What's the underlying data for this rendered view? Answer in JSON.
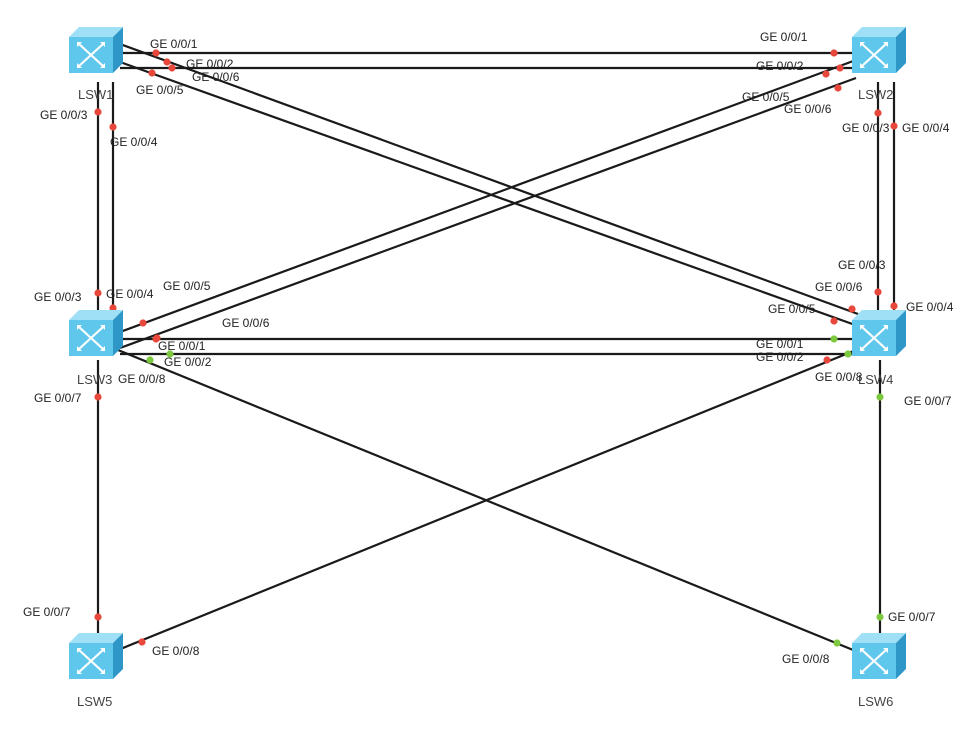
{
  "colors": {
    "link": "#1a1a1a",
    "port_down": "#e8473b",
    "port_up": "#7cc940",
    "switch_body": "#5fc7ec",
    "switch_side": "#2f97c7"
  },
  "nodes": {
    "lsw1": {
      "name": "LSW1",
      "icon": "switch-icon"
    },
    "lsw2": {
      "name": "LSW2",
      "icon": "switch-icon"
    },
    "lsw3": {
      "name": "LSW3",
      "icon": "switch-icon"
    },
    "lsw4": {
      "name": "LSW4",
      "icon": "switch-icon"
    },
    "lsw5": {
      "name": "LSW5",
      "icon": "switch-icon"
    },
    "lsw6": {
      "name": "LSW6",
      "icon": "switch-icon"
    }
  },
  "links": [
    {
      "a": "LSW1",
      "a_port": "GE 0/0/1",
      "b": "LSW2",
      "b_port": "GE 0/0/1",
      "state_a": "down",
      "state_b": "down"
    },
    {
      "a": "LSW1",
      "a_port": "GE 0/0/2",
      "b": "LSW2",
      "b_port": "GE 0/0/2",
      "state_a": "down",
      "state_b": "down"
    },
    {
      "a": "LSW1",
      "a_port": "GE 0/0/3",
      "b": "LSW3",
      "b_port": "GE 0/0/3",
      "state_a": "down",
      "state_b": "down"
    },
    {
      "a": "LSW1",
      "a_port": "GE 0/0/4",
      "b": "LSW3",
      "b_port": "GE 0/0/4",
      "state_a": "down",
      "state_b": "down"
    },
    {
      "a": "LSW1",
      "a_port": "GE 0/0/5",
      "b": "LSW4",
      "b_port": "GE 0/0/5",
      "state_a": "down",
      "state_b": "down"
    },
    {
      "a": "LSW1",
      "a_port": "GE 0/0/6",
      "b": "LSW4",
      "b_port": "GE 0/0/6",
      "state_a": "down",
      "state_b": "down"
    },
    {
      "a": "LSW2",
      "a_port": "GE 0/0/5",
      "b": "LSW3",
      "b_port": "GE 0/0/5",
      "state_a": "down",
      "state_b": "down"
    },
    {
      "a": "LSW2",
      "a_port": "GE 0/0/6",
      "b": "LSW3",
      "b_port": "GE 0/0/6",
      "state_a": "down",
      "state_b": "down"
    },
    {
      "a": "LSW2",
      "a_port": "GE 0/0/3",
      "b": "LSW4",
      "b_port": "GE 0/0/3",
      "state_a": "down",
      "state_b": "down"
    },
    {
      "a": "LSW2",
      "a_port": "GE 0/0/4",
      "b": "LSW4",
      "b_port": "GE 0/0/4",
      "state_a": "down",
      "state_b": "down"
    },
    {
      "a": "LSW3",
      "a_port": "GE 0/0/1",
      "b": "LSW4",
      "b_port": "GE 0/0/1",
      "state_a": "down",
      "state_b": "up"
    },
    {
      "a": "LSW3",
      "a_port": "GE 0/0/2",
      "b": "LSW4",
      "b_port": "GE 0/0/2",
      "state_a": "up",
      "state_b": "up"
    },
    {
      "a": "LSW3",
      "a_port": "GE 0/0/7",
      "b": "LSW5",
      "b_port": "GE 0/0/7",
      "state_a": "down",
      "state_b": "down"
    },
    {
      "a": "LSW3",
      "a_port": "GE 0/0/8",
      "b": "LSW6",
      "b_port": "GE 0/0/8",
      "state_a": "up",
      "state_b": "up"
    },
    {
      "a": "LSW4",
      "a_port": "GE 0/0/7",
      "b": "LSW6",
      "b_port": "GE 0/0/7",
      "state_a": "up",
      "state_b": "up"
    },
    {
      "a": "LSW4",
      "a_port": "GE 0/0/8",
      "b": "LSW5",
      "b_port": "GE 0/0/8",
      "state_a": "down",
      "state_b": "down"
    }
  ]
}
